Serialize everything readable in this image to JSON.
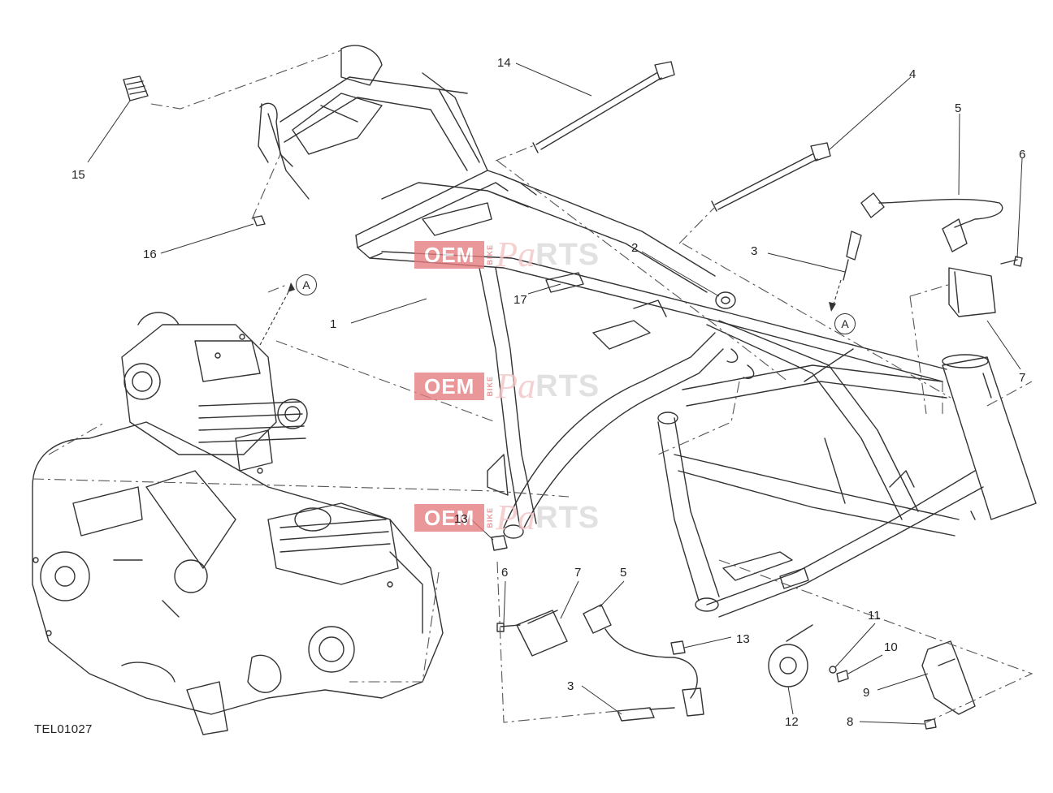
{
  "drawing_code": "TEL01027",
  "reference_marker": "A",
  "watermark": {
    "box_text": "OEM",
    "side_text": "BIKE",
    "stylized": "Pa",
    "tail": "RTS"
  },
  "callouts": [
    "1",
    "2",
    "3",
    "3",
    "4",
    "5",
    "5",
    "6",
    "6",
    "7",
    "7",
    "8",
    "9",
    "10",
    "11",
    "12",
    "13",
    "13",
    "14",
    "15",
    "16",
    "17"
  ],
  "colors": {
    "line": "#333333",
    "watermark": "#e57a7e",
    "background": "#ffffff"
  }
}
